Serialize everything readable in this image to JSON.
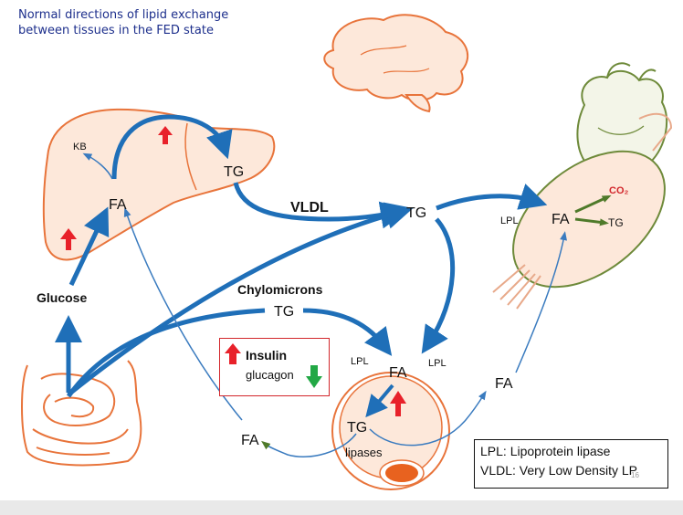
{
  "title": {
    "line1": "Normal directions of lipid exchange",
    "line2": "between tissues in the FED state"
  },
  "labels": {
    "kb": "KB",
    "tg_liver": "TG",
    "fa_liver": "FA",
    "vldl": "VLDL",
    "tg_vldl": "TG",
    "glucose": "Glucose",
    "chylomicrons": "Chylomicrons",
    "tg_chylo": "TG",
    "lpl_muscle": "LPL",
    "fa_muscle": "FA",
    "co2": "CO₂",
    "tg_muscle": "TG",
    "lpl_adipose_left": "LPL",
    "lpl_adipose_right": "LPL",
    "fa_adipose": "FA",
    "tg_adipose": "TG",
    "lipases": "lipases",
    "fa_released_right": "FA",
    "fa_released_left": "FA"
  },
  "hormone_box": {
    "insulin": "Insulin",
    "glucagon": "glucagon"
  },
  "legend": {
    "line1": "LPL:    Lipoprotein lipase",
    "line2": "VLDL: Very Low Density LP"
  },
  "page_number": "16",
  "colors": {
    "flow_blue": "#1f6fb8",
    "thin_blue": "#3a7bbf",
    "organ_outline": "#e8743b",
    "organ_fill": "#fde8da",
    "heart_green": "#6e8a3a",
    "green_arrow": "#4f7a2a",
    "up_arrow_red": "#e8212a",
    "down_arrow_green": "#22a845",
    "adipose_nucleus": "#e8621f"
  }
}
